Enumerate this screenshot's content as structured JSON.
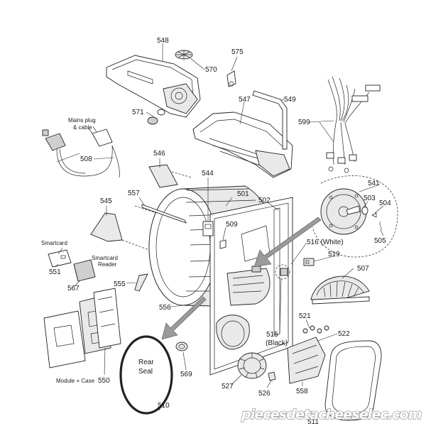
{
  "labels": {
    "p548": "548",
    "p570": "570",
    "p575": "575",
    "p547": "547",
    "p549": "549",
    "p571": "571",
    "p599": "599",
    "mains": "Mains plug",
    "mains2": "& cable",
    "p508": "508",
    "p546": "546",
    "p544": "544",
    "p501": "501",
    "p502": "502",
    "p541": "541",
    "p503": "503",
    "p504": "504",
    "p505": "505",
    "p545": "545",
    "p557": "557",
    "p509": "509",
    "p516": "516 (White)",
    "p519": "519",
    "smartcard": "Smartcard",
    "p551": "551",
    "reader1": "Smartcard",
    "reader2": "Reader",
    "p567": "567",
    "p555": "555",
    "p507": "507",
    "p556": "556",
    "p515": "515",
    "black": "(Black)",
    "p521": "521",
    "p522": "522",
    "rear1": "Rear",
    "rear2": "Seal",
    "p569": "569",
    "module": "Module + Case",
    "p550": "550",
    "p527": "527",
    "p526": "526",
    "p558": "558",
    "p510": "510",
    "p511": "511"
  },
  "watermark": "piecesdetacheeselec.com"
}
